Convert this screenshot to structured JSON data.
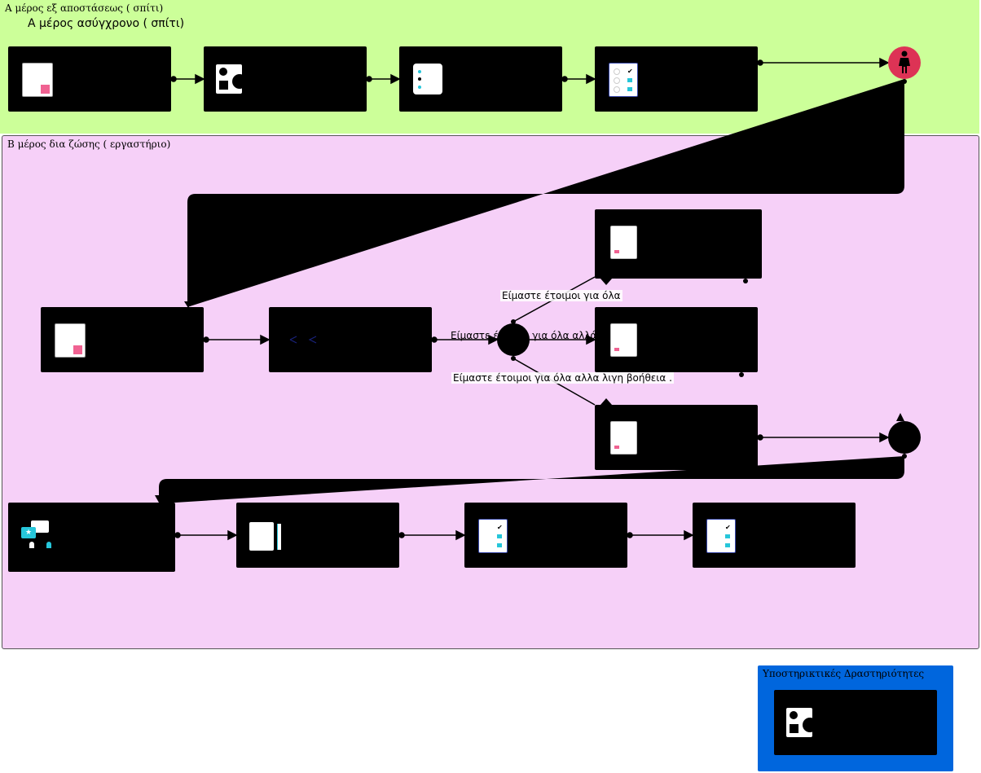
{
  "regions": {
    "part_a": {
      "title": "Α μέρος εξ αποστάσεως ( σπίτι)",
      "subtitle": "Α μέρος ασύγχρονο ( σπίτι)",
      "color": "#ccff99"
    },
    "part_b": {
      "title": "Β μέρος δια ζώσης ( εργαστήριο)",
      "color": "#f6d0f8"
    },
    "support": {
      "title": "Υποστηρικτικές Δραστηριότητες",
      "color": "#0066dd"
    }
  },
  "edge_labels": {
    "ready_all": "Είμαστε έτοιμοι για όλα",
    "ready_but": "Είμαστε έτοιμοι για όλα αλλά",
    "ready_little_help": "Είμαστε έτοιμοι για όλα αλλα λιγη βοήθεια ."
  },
  "icons": {
    "actor": "person-icon",
    "document": "document-icon",
    "shapes": "shapes-icon",
    "list": "list-icon",
    "checklist": "checklist-icon",
    "discussion": "discussion-icon",
    "notepad": "notepad-pencil-icon",
    "code": "code-brackets-icon"
  },
  "colors": {
    "start_node": "#dd3355",
    "accent_pink": "#f06292",
    "accent_teal": "#26c6da",
    "border_dark": "#000000"
  }
}
